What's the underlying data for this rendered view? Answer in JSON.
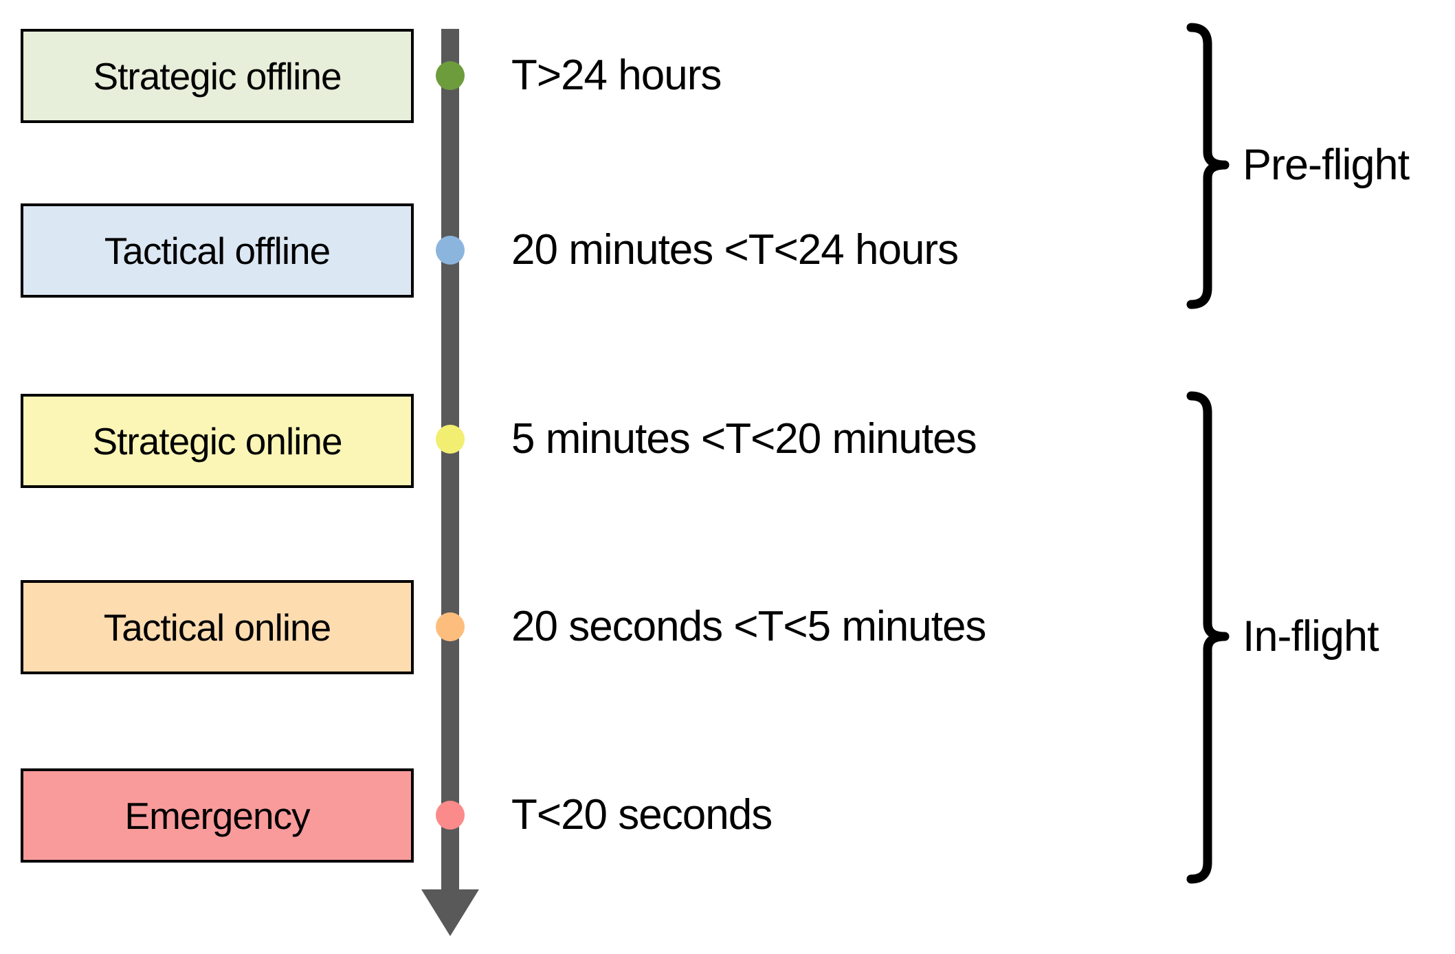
{
  "background": "#ffffff",
  "text_color": "#000000",
  "box_border_color": "#000000",
  "bracket_color": "#000000",
  "timeline": {
    "color": "#595959"
  },
  "phases": [
    {
      "name": "Strategic offline",
      "time_window": "T>24 hours",
      "box_color": "#e7eeda",
      "marker_color": "#6d9c3c"
    },
    {
      "name": "Tactical offline",
      "time_window": "20 minutes <T<24 hours",
      "box_color": "#dbe7f3",
      "marker_color": "#8cb5dd"
    },
    {
      "name": "Strategic online",
      "time_window": "5 minutes <T<20 minutes",
      "box_color": "#fbf6b6",
      "marker_color": "#f2ee71"
    },
    {
      "name": "Tactical online",
      "time_window": "20 seconds <T<5 minutes",
      "box_color": "#fddcb0",
      "marker_color": "#fdbe7d"
    },
    {
      "name": "Emergency",
      "time_window": "T<20 seconds",
      "box_color": "#f99b9b",
      "marker_color": "#fb8b8b"
    }
  ],
  "groups": [
    {
      "label": "Pre-flight"
    },
    {
      "label": "In-flight"
    }
  ]
}
